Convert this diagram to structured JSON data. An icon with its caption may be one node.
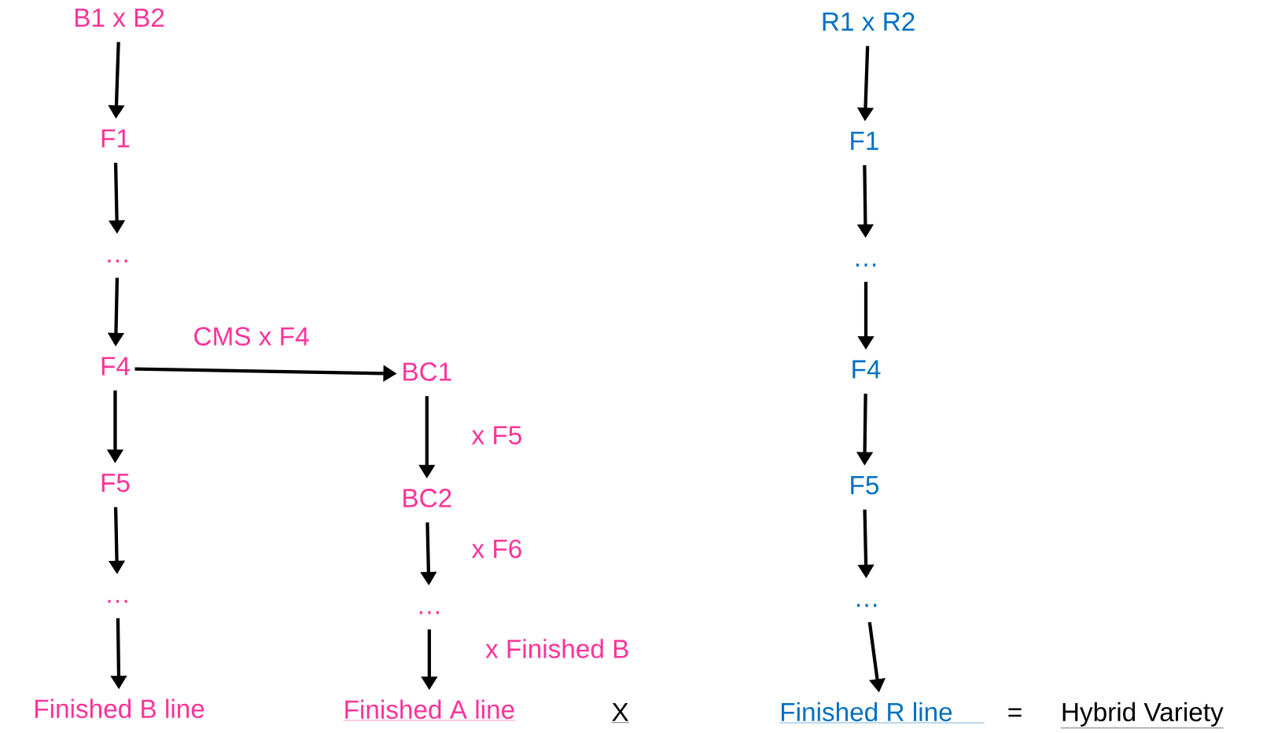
{
  "diagram": {
    "nodes": [
      {
        "text": [
          "B1 x B2"
        ]
      },
      {
        "text": [
          "F1"
        ]
      },
      {
        "text": [
          "…"
        ]
      },
      {
        "text": [
          "F4"
        ]
      },
      {
        "text": [
          "F5"
        ]
      },
      {
        "text": [
          "…"
        ]
      },
      {
        "text": [
          "Finished B line"
        ]
      },
      {
        "text": [
          "BC1"
        ]
      },
      {
        "text": [
          "BC2"
        ]
      },
      {
        "text": [
          "…"
        ]
      },
      {
        "text": [
          "Finished A line"
        ]
      },
      {
        "text": [
          "R1 x R2"
        ]
      },
      {
        "text": [
          "F1"
        ]
      },
      {
        "text": [
          "…"
        ]
      },
      {
        "text": [
          "F4"
        ]
      },
      {
        "text": [
          "F5"
        ]
      },
      {
        "text": [
          "…"
        ]
      },
      {
        "text": [
          "Finished R line"
        ]
      }
    ],
    "edges": [
      {
        "from": 0,
        "to": 1,
        "arrow": "to"
      },
      {
        "from": 1,
        "to": 2,
        "arrow": "to"
      },
      {
        "from": 2,
        "to": 3,
        "arrow": "to"
      },
      {
        "from": 3,
        "to": 4,
        "arrow": "to"
      },
      {
        "from": 4,
        "to": 5,
        "arrow": "to"
      },
      {
        "from": 5,
        "to": 6,
        "arrow": "to"
      },
      {
        "from": 3,
        "to": 7,
        "arrow": "to",
        "label": "CMS x F4"
      },
      {
        "from": 7,
        "to": 8,
        "arrow": "to",
        "label": "x F5"
      },
      {
        "from": 8,
        "to": 9,
        "arrow": "to",
        "label": "x F6"
      },
      {
        "from": 9,
        "to": 10,
        "arrow": "to",
        "label": "x Finished B"
      },
      {
        "from": 11,
        "to": 12,
        "arrow": "to"
      },
      {
        "from": 12,
        "to": 13,
        "arrow": "to"
      },
      {
        "from": 13,
        "to": 14,
        "arrow": "to"
      },
      {
        "from": 14,
        "to": 15,
        "arrow": "to"
      },
      {
        "from": 15,
        "to": 16,
        "arrow": "to"
      },
      {
        "from": 16,
        "to": 17,
        "arrow": "to"
      }
    ],
    "labels": [
      "X",
      "=",
      "Hybrid Variety"
    ]
  }
}
